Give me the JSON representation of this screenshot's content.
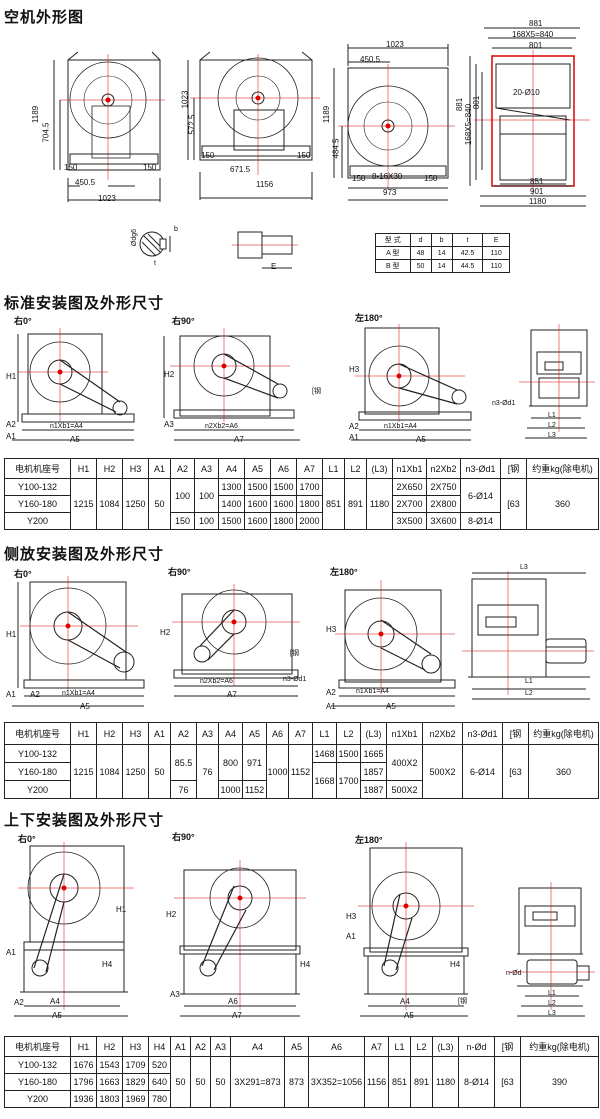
{
  "s1": {
    "title": "空机外形图",
    "d1": {
      "h": "1189",
      "h2": "704.5",
      "w1": "150",
      "w2": "450.5",
      "w3": "150",
      "w": "1023"
    },
    "d2": {
      "h": "1023",
      "h2": "572.5",
      "w1": "150",
      "w2": "671.5",
      "w3": "150",
      "w": "1156"
    },
    "d3": {
      "top": "1023",
      "top2": "450.5",
      "h": "1189",
      "h2": "484.5",
      "w1": "150",
      "bolt": "8-16X30",
      "w3": "150",
      "w": "973"
    },
    "d4": {
      "t1": "881",
      "t2": "168X5=840",
      "t3": "801",
      "hole": "20-Ø10",
      "l1": "881",
      "l2": "168X5=840",
      "l3": "801",
      "b1": "851",
      "b2": "901",
      "b3": "1180"
    },
    "shaft": {
      "dg": "Ødg6",
      "b": "b",
      "t": "t",
      "e": "E"
    },
    "keytable": {
      "header": [
        "型 式",
        "d",
        "b",
        "t",
        "E"
      ],
      "rows": [
        [
          "A 型",
          "48",
          "14",
          "42.5",
          "110"
        ],
        [
          "B 型",
          "50",
          "14",
          "44.5",
          "110"
        ]
      ]
    }
  },
  "s2": {
    "title": "标准安装图及外形尺寸",
    "views": {
      "v0": "右0°",
      "v90": "右90°",
      "v180": "左180°",
      "h1": "H1",
      "h2": "H2",
      "h3": "H3",
      "a1": "A1",
      "a2": "A2",
      "a3": "A3",
      "a5": "A5",
      "a7": "A7",
      "n1": "n1Xb1=A4",
      "n2": "n2Xb2=A6",
      "steel": "[钢",
      "n3": "n3-Ød1",
      "l1": "L1",
      "l2": "L2",
      "l3": "L3"
    },
    "table": {
      "header": [
        "电机机座号",
        "H1",
        "H2",
        "H3",
        "A1",
        "A2",
        "A3",
        "A4",
        "A5",
        "A6",
        "A7",
        "L1",
        "L2",
        "(L3)",
        "n1Xb1",
        "n2Xb2",
        "n3-Ød1",
        "[钢",
        "约重kg(除电机)"
      ],
      "models": [
        "Y100-132",
        "Y160-180",
        "Y200"
      ],
      "H1": "1215",
      "H2": "1084",
      "H3": "1250",
      "A1": "50",
      "A2a": "100",
      "A2b": "150",
      "A3a": "100",
      "A3b": "100",
      "A4": [
        "1300",
        "1400",
        "1500"
      ],
      "A5": [
        "1500",
        "1600",
        "1600"
      ],
      "A6": [
        "1500",
        "1600",
        "1800"
      ],
      "A7": [
        "1700",
        "1800",
        "2000"
      ],
      "L1": "851",
      "L2": "891",
      "L3": "1180",
      "n1": [
        "2X650",
        "2X700",
        "3X500"
      ],
      "n2": [
        "2X750",
        "2X800",
        "3X600"
      ],
      "n3a": "6-Ø14",
      "n3b": "8-Ø14",
      "steel": "[63",
      "weight": "360"
    }
  },
  "s3": {
    "title": "侧放安装图及外形尺寸",
    "views": {
      "v0": "右0°",
      "v90": "右90°",
      "v180": "左180°",
      "h1": "H1",
      "h2": "H2",
      "h3": "H3",
      "a1": "A1",
      "a2": "A2",
      "a5": "A5",
      "a7": "A7",
      "n1": "n1Xb1=A4",
      "n2": "n2Xb2=A6",
      "steel": "[钢",
      "n3": "n3-Ød1",
      "l1": "L1",
      "l2": "L2",
      "l3": "L3"
    },
    "table": {
      "header": [
        "电机机座号",
        "H1",
        "H2",
        "H3",
        "A1",
        "A2",
        "A3",
        "A4",
        "A5",
        "A6",
        "A7",
        "L1",
        "L2",
        "(L3)",
        "n1Xb1",
        "n2Xb2",
        "n3-Ød1",
        "[钢",
        "约重kg(除电机)"
      ],
      "models": [
        "Y100-132",
        "Y160-180",
        "Y200"
      ],
      "H1": "1215",
      "H2": "1084",
      "H3": "1250",
      "A1": "50",
      "A2a": "85.5",
      "A2b": "76",
      "A3": "76",
      "A4a": "800",
      "A4b": "1000",
      "A5a": "971",
      "A5b": "1152",
      "A6": "1000",
      "A7": "1152",
      "L1a": "1468",
      "L1b": "1668",
      "L2a": "1500",
      "L2b": "1700",
      "L3": [
        "1665",
        "1857",
        "1887"
      ],
      "n1a": "400X2",
      "n1b": "500X2",
      "n2": "500X2",
      "n3": "6-Ø14",
      "steel": "[63",
      "weight": "360"
    }
  },
  "s4": {
    "title": "上下安装图及外形尺寸",
    "views": {
      "v0": "右0°",
      "v90": "右90°",
      "v180": "左180°",
      "h1": "H1",
      "h2": "H2",
      "h3": "H3",
      "h4": "H4",
      "a1": "A1",
      "a2": "A2",
      "a3": "A3",
      "a4": "A4",
      "a5": "A5",
      "a6": "A6",
      "a7": "A7",
      "steel": "[钢",
      "nd": "n-Ød",
      "l1": "L1",
      "l2": "L2",
      "l3": "L3"
    },
    "table": {
      "header": [
        "电机机座号",
        "H1",
        "H2",
        "H3",
        "H4",
        "A1",
        "A2",
        "A3",
        "A4",
        "A5",
        "A6",
        "A7",
        "L1",
        "L2",
        "(L3)",
        "n-Ød",
        "[钢",
        "约重kg(除电机)"
      ],
      "rows": [
        [
          "Y100-132",
          "1676",
          "1543",
          "1709",
          "520"
        ],
        [
          "Y160-180",
          "1796",
          "1663",
          "1829",
          "640"
        ],
        [
          "Y200",
          "1936",
          "1803",
          "1969",
          "780"
        ]
      ],
      "A1": "50",
      "A2": "50",
      "A3": "50",
      "A4": "3X291=873",
      "A5": "873",
      "A6": "3X352=1056",
      "A7": "1156",
      "L1": "851",
      "L2": "891",
      "L3": "1180",
      "nd": "8-Ø14",
      "steel": "[63",
      "weight": "390"
    }
  }
}
